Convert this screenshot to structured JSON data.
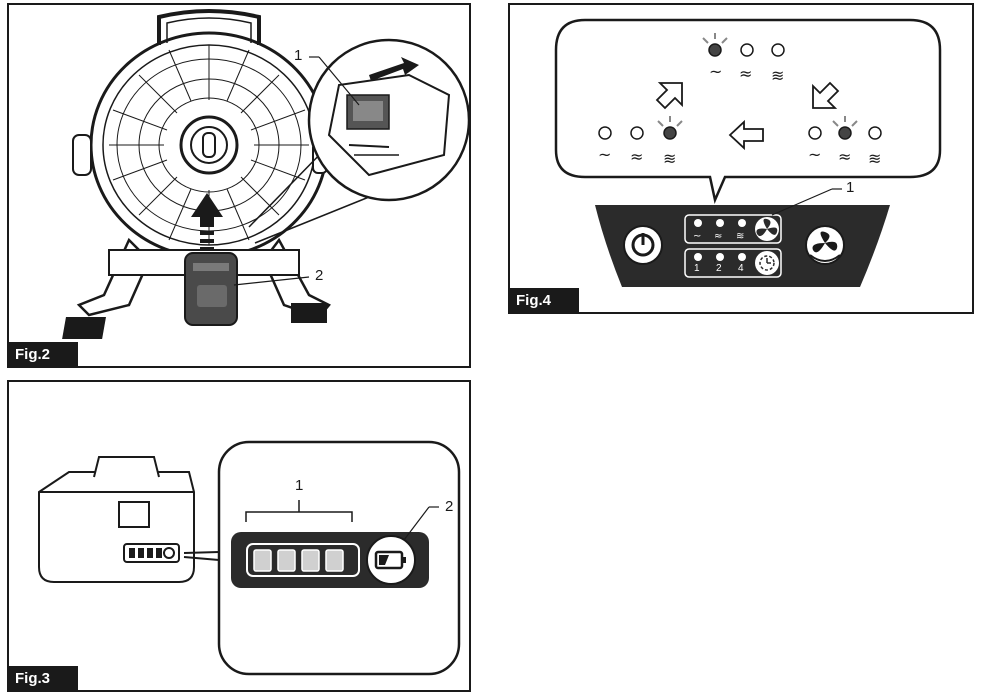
{
  "figures": {
    "fig2": {
      "label": "Fig.2",
      "callouts": [
        "1",
        "2"
      ]
    },
    "fig3": {
      "label": "Fig.3",
      "callouts": [
        "1",
        "2"
      ]
    },
    "fig4": {
      "label": "Fig.4",
      "callouts": [
        "1"
      ],
      "timer_values": [
        "1",
        "2",
        "4"
      ]
    }
  },
  "icons": [
    "power-icon",
    "fan-icon",
    "swing-fan-icon",
    "timer-icon",
    "battery-icon",
    "arrow-icon"
  ],
  "colors": {
    "ink": "#1a1a1a",
    "panel": "#2b2b2b",
    "indicator_on": "#444444"
  }
}
